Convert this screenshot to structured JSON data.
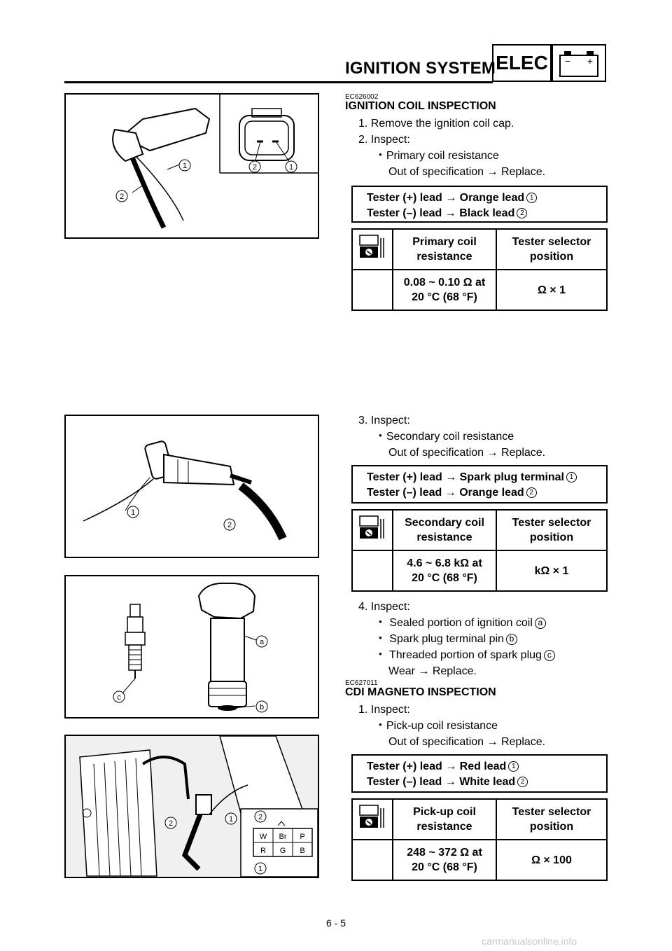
{
  "header": {
    "title": "IGNITION SYSTEM",
    "section_tag": "ELEC",
    "battery_minus": "−",
    "battery_plus": "+"
  },
  "coil": {
    "code": "EC626002",
    "title": "IGNITION COIL INSPECTION",
    "step1": "1.  Remove the ignition coil cap.",
    "step2": "2.  Inspect:",
    "bullet": "Primary coil resistance",
    "oos": "Out of specification → Replace.",
    "tester1": "Tester (+) lead → Orange lead",
    "tester1_num": "1",
    "tester2": "Tester (–) lead → Black lead",
    "tester2_num": "2",
    "col1": "Primary coil resistance",
    "col2": "Tester selector position",
    "val1": "0.08 ~ 0.10 Ω at 20 °C (68 °F)",
    "val2": "Ω × 1"
  },
  "secondary": {
    "step3": "3.  Inspect:",
    "bullet": "Secondary coil resistance",
    "oos": "Out of specification → Replace.",
    "tester1": "Tester (+) lead → Spark plug terminal",
    "tester1_num": "1",
    "tester2": "Tester (–) lead → Orange lead",
    "tester2_num": "2",
    "col1": "Secondary coil resistance",
    "col2": "Tester selector position",
    "val1": "4.6 ~ 6.8 kΩ at 20 °C (68 °F)",
    "val2": "kΩ × 1"
  },
  "step4": {
    "label": "4.  Inspect:",
    "b1": "Sealed portion of ignition coil",
    "b1_mark": "a",
    "b2": "Spark plug terminal pin",
    "b2_mark": "b",
    "b3": "Threaded portion of spark plug",
    "b3_mark": "c",
    "wear": "Wear → Replace."
  },
  "cdi": {
    "code": "EC627011",
    "title": "CDI MAGNETO INSPECTION",
    "step1": "1.  Inspect:",
    "bullet": "Pick-up coil resistance",
    "oos": "Out of specification → Replace.",
    "tester1": "Tester (+) lead → Red lead",
    "tester1_num": "1",
    "tester2": "Tester (–) lead → White lead",
    "tester2_num": "2",
    "col1": "Pick-up coil resistance",
    "col2": "Tester selector position",
    "val1": "248 ~ 372 Ω at 20 °C (68 °F)",
    "val2": "Ω × 100"
  },
  "figures": {
    "fig1_labels": [
      "1",
      "2",
      "2",
      "1"
    ],
    "fig2_labels": [
      "1",
      "2"
    ],
    "fig3_labels": [
      "a",
      "c",
      "b"
    ],
    "fig4_labels": [
      "2",
      "1",
      "2",
      "1"
    ],
    "connector": [
      "W",
      "Br",
      "P",
      "R",
      "G",
      "B"
    ]
  },
  "footer": {
    "page": "6 - 5"
  },
  "watermark": "carmanualsonline.info"
}
